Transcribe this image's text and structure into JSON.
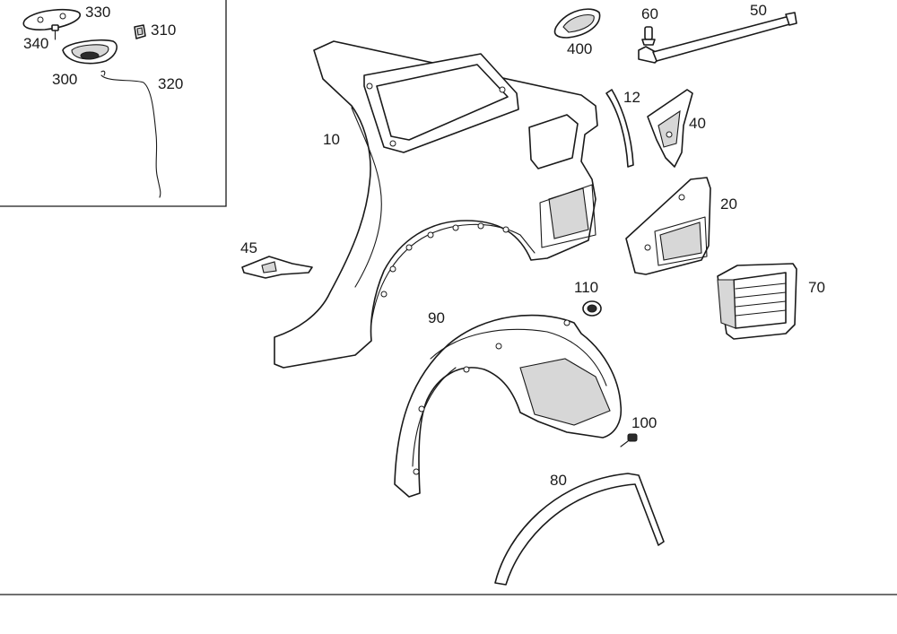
{
  "colors": {
    "line": "#1a1a1a",
    "shade": "#d7d7d7",
    "background": "#ffffff"
  },
  "callouts": {
    "c330": "330",
    "c340": "340",
    "c310": "310",
    "c300": "300",
    "c320": "320",
    "c400": "400",
    "c60": "60",
    "c50": "50",
    "c12": "12",
    "c40": "40",
    "c10": "10",
    "c20": "20",
    "c45": "45",
    "c110": "110",
    "c70": "70",
    "c90": "90",
    "c100": "100",
    "c80": "80"
  }
}
